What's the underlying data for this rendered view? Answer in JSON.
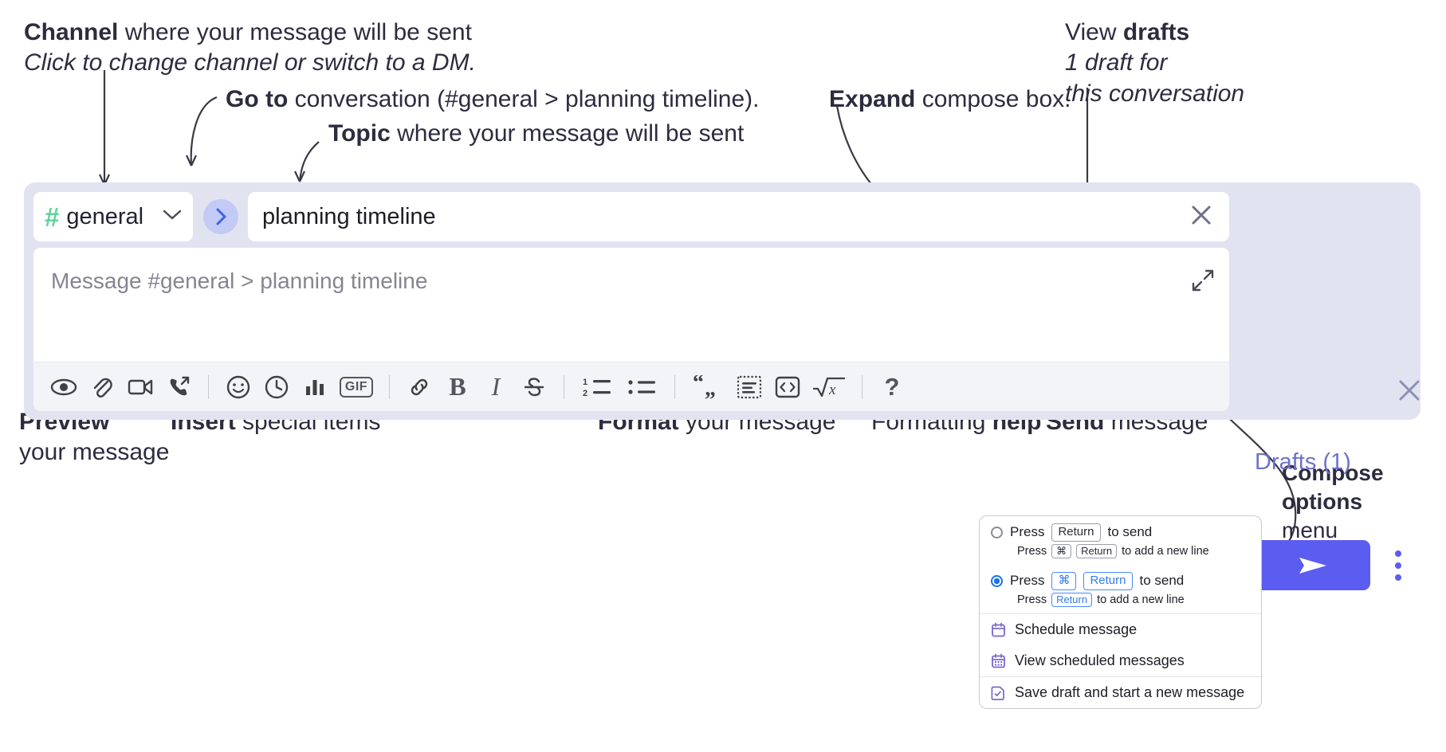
{
  "annotations": {
    "channel": {
      "bold": "Channel",
      "rest": " where your message will be sent",
      "italic": "Click to change channel or switch to a DM."
    },
    "goto": {
      "bold": "Go to",
      "rest": " conversation (#general > planning timeline)."
    },
    "topic": {
      "bold": "Topic",
      "rest": " where your message will be sent"
    },
    "expand": {
      "bold": "Expand",
      "rest": " compose box."
    },
    "drafts": {
      "line1_rest": "View ",
      "line1_bold": "drafts",
      "line2": "1 draft for",
      "line3": "this conversation"
    },
    "preview": {
      "bold": "Preview",
      "line2": "your message"
    },
    "insert": {
      "bold": "Insert",
      "rest": " special items"
    },
    "format": {
      "bold": "Format",
      "rest": " your message"
    },
    "help": {
      "rest": "Formatting ",
      "bold": "help"
    },
    "send": {
      "bold": "Send",
      "rest": " message"
    },
    "compose_options": {
      "line1": "Compose",
      "line2": "options",
      "line3": "menu"
    }
  },
  "compose": {
    "channel_name": "general",
    "hash": "#",
    "topic_value": "planning timeline",
    "message_placeholder": "Message #general > planning timeline",
    "drafts_label": "Drafts (1)",
    "toolbar": [
      {
        "name": "preview-icon",
        "label": "Preview"
      },
      {
        "name": "attachment-icon",
        "label": "Attach file"
      },
      {
        "name": "video-icon",
        "label": "Record video clip"
      },
      {
        "name": "audio-call-icon",
        "label": "Record audio clip"
      },
      {
        "name": "separator",
        "label": ""
      },
      {
        "name": "emoji-icon",
        "label": "Emoji"
      },
      {
        "name": "clock-icon",
        "label": "Reminder"
      },
      {
        "name": "poll-icon",
        "label": "Poll"
      },
      {
        "name": "gif-icon",
        "label": "GIF"
      },
      {
        "name": "separator",
        "label": ""
      },
      {
        "name": "link-icon",
        "label": "Link"
      },
      {
        "name": "bold-icon",
        "label": "B"
      },
      {
        "name": "italic-icon",
        "label": "I"
      },
      {
        "name": "strikethrough-icon",
        "label": "Strikethrough"
      },
      {
        "name": "separator",
        "label": ""
      },
      {
        "name": "ordered-list-icon",
        "label": "Ordered list"
      },
      {
        "name": "bullet-list-icon",
        "label": "Bulleted list"
      },
      {
        "name": "separator",
        "label": ""
      },
      {
        "name": "blockquote-icon",
        "label": "Blockquote"
      },
      {
        "name": "code-block-icon",
        "label": "Code block"
      },
      {
        "name": "inline-code-icon",
        "label": "Code"
      },
      {
        "name": "math-icon",
        "label": "Math"
      },
      {
        "name": "separator",
        "label": ""
      },
      {
        "name": "formatting-help-icon",
        "label": "?"
      }
    ]
  },
  "options_menu": {
    "option1": {
      "press": "Press",
      "key": "Return",
      "to_send": "to send",
      "sub_press": "Press",
      "sub_key1": "⌘",
      "sub_key2": "Return",
      "sub_tail": "to add a new line",
      "selected": false
    },
    "option2": {
      "press": "Press",
      "key1": "⌘",
      "key2": "Return",
      "to_send": "to send",
      "sub_press": "Press",
      "sub_key": "Return",
      "sub_tail": "to add a new line",
      "selected": true
    },
    "items": [
      {
        "icon": "calendar-icon",
        "label": "Schedule message"
      },
      {
        "icon": "calendar-grid-icon",
        "label": "View scheduled messages"
      },
      {
        "icon": "save-draft-icon",
        "label": "Save draft and start a new message"
      }
    ]
  },
  "colors": {
    "accent": "#5b5cf0",
    "panel": "#e2e3f0",
    "hash_green": "#5fd39a",
    "drafts_text": "#6d72c9",
    "radio_blue": "#1a73e8"
  }
}
